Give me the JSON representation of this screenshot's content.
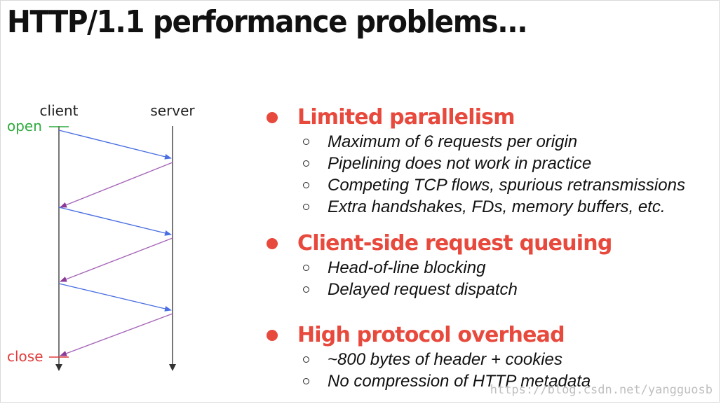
{
  "title": "HTTP/1.1 performance problems...",
  "diagram": {
    "client_label": "client",
    "server_label": "server",
    "open_label": "open",
    "close_label": "close",
    "colors": {
      "request_arrow": "#4a6fe3",
      "response_arrow": "#a566b8",
      "open": "#2eaa3c",
      "close": "#e03c3c",
      "timeline": "#555555"
    }
  },
  "sections": [
    {
      "title": "Limited parallelism",
      "items": [
        "Maximum of 6 requests per origin",
        "Pipelining does not work in practice",
        "Competing TCP flows, spurious retransmissions",
        "Extra handshakes, FDs, memory buffers, etc."
      ]
    },
    {
      "title": "Client-side request queuing",
      "items": [
        "Head-of-line blocking",
        "Delayed request dispatch"
      ]
    },
    {
      "title": "High protocol overhead",
      "items": [
        "~800 bytes of header + cookies",
        "No compression of HTTP metadata"
      ]
    }
  ],
  "accent_color": "#e8493d",
  "watermark": "https://blog.csdn.net/yangguosb"
}
